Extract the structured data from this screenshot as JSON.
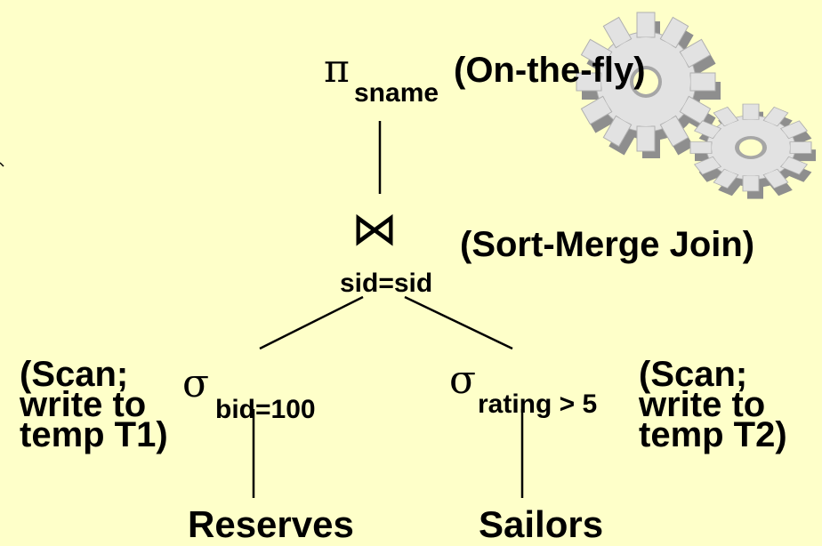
{
  "root": {
    "op_symbol": "π",
    "subscript": "sname",
    "annotation": "(On-the-fly)"
  },
  "join": {
    "op_symbol": "⋈",
    "condition": "sid=sid",
    "annotation": "(Sort-Merge Join)"
  },
  "left_select": {
    "op_symbol": "σ",
    "subscript": "bid=100",
    "annotation_lines": [
      "(Scan;",
      "write to",
      "temp T1)"
    ]
  },
  "right_select": {
    "op_symbol": "σ",
    "subscript": "rating > 5",
    "annotation_lines": [
      "(Scan;",
      "write to",
      "temp T2)"
    ]
  },
  "leaves": {
    "left": "Reserves",
    "right": "Sailors"
  },
  "colors": {
    "background": "#FEFFC9",
    "gear_light": "#E2E2E2",
    "gear_dark": "#8E8E8E"
  },
  "icons": [
    "gear-icon-large",
    "gear-icon-small"
  ]
}
